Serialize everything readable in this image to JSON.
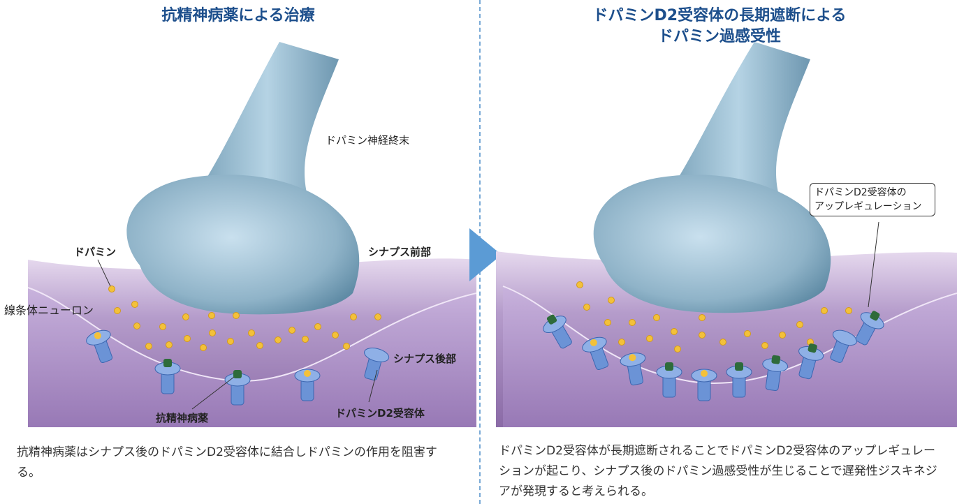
{
  "left_panel": {
    "title": "抗精神病薬による治療",
    "labels": {
      "terminal": "ドパミン神経終末",
      "dopamine": "ドパミン",
      "presynaptic": "シナプス前部",
      "striatal_neuron": "線条体ニューロン",
      "postsynaptic": "シナプス後部",
      "antipsychotic": "抗精神病薬",
      "d2_receptor": "ドパミンD2受容体"
    },
    "caption": "抗精神病薬はシナプス後のドパミンD2受容体に結合しドパミンの作用を阻害する。"
  },
  "right_panel": {
    "title_line1": "ドパミンD2受容体の長期遮断による",
    "title_line2": "ドパミン過感受性",
    "callout_line1": "ドパミンD2受容体の",
    "callout_line2": "アップレギュレーション",
    "caption": "ドパミンD2受容体が長期遮断されることでドパミンD2受容体のアップレギュレーションが起こり、シナプス後のドパミン過感受性が生じることで遅発性ジスキネジアが発現すると考えられる。"
  },
  "colors": {
    "title": "#1d4f8c",
    "divider": "#7aaad6",
    "arrow": "#5b9bd5",
    "neuron": "#8fb3c8",
    "striatum": "#8a6aa6",
    "dopamine": "#f3c13a",
    "receptor": "#6b93d6",
    "drug": "#2e6b3a"
  }
}
